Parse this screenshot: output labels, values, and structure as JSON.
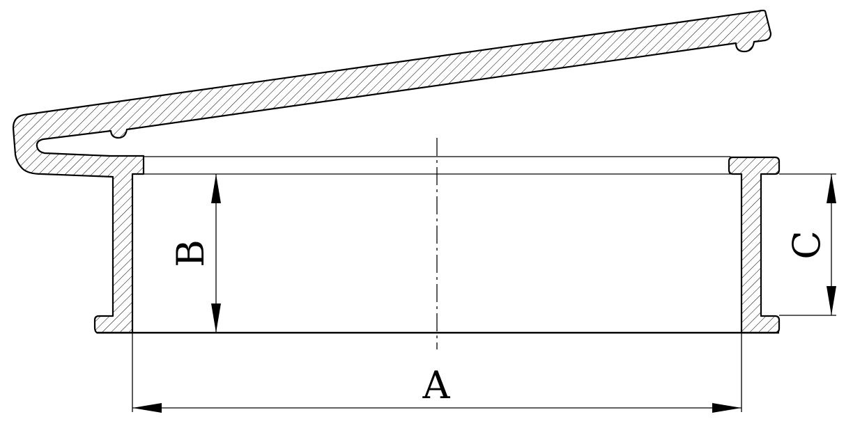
{
  "dimensions": {
    "a_label": "A",
    "b_label": "B",
    "c_label": "C"
  },
  "colors": {
    "line": "#000000",
    "background": "#ffffff"
  }
}
